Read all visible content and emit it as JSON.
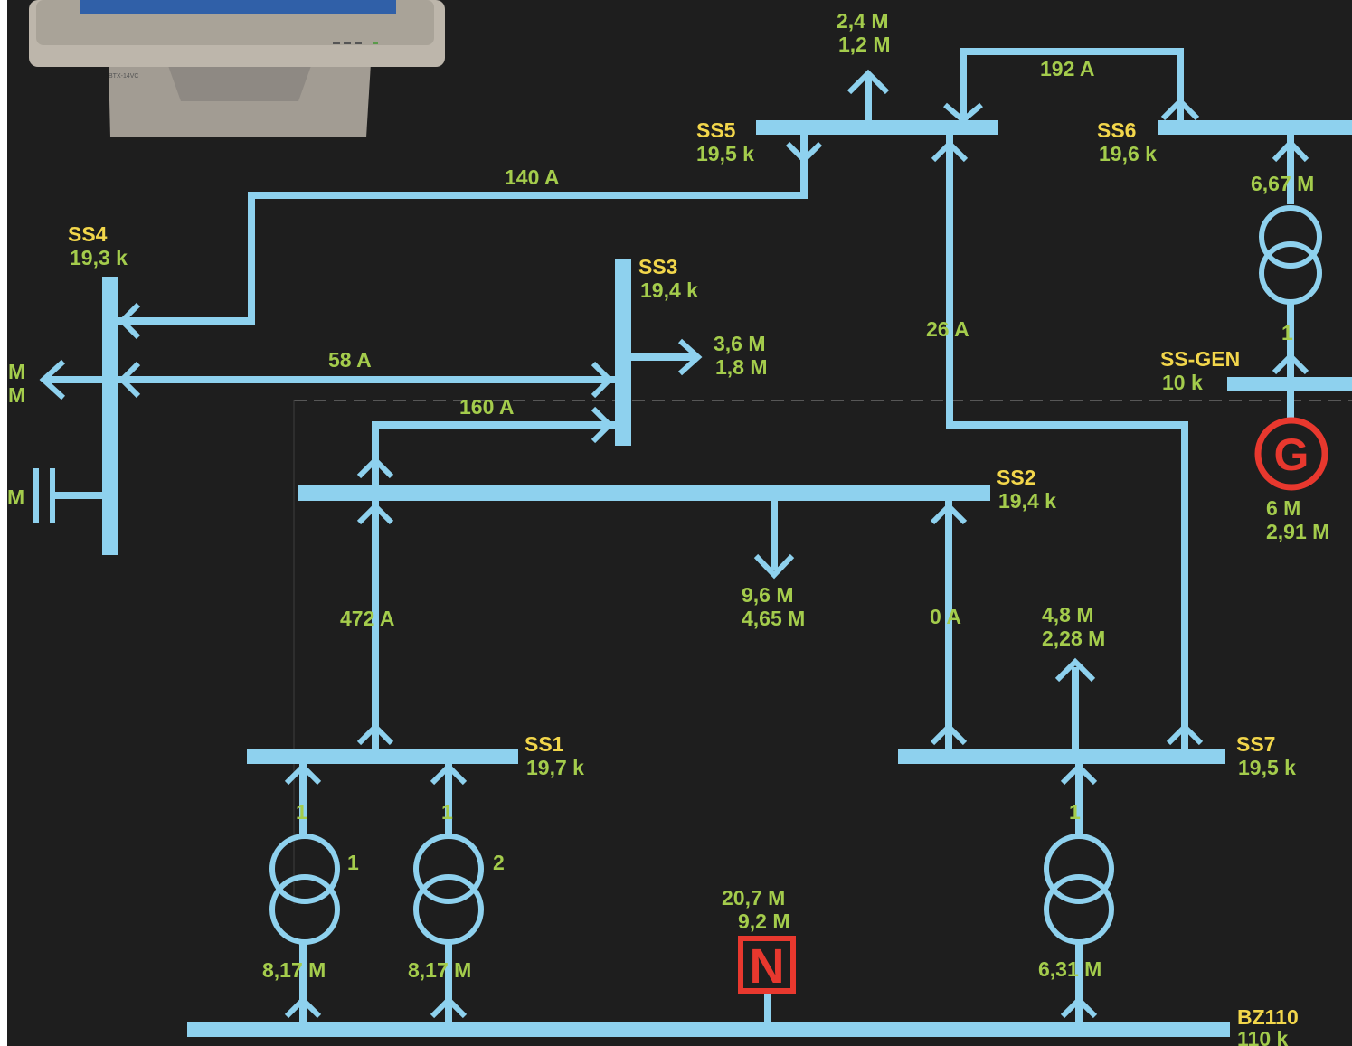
{
  "monitor": {
    "model": "BTX-14VC"
  },
  "buses": {
    "ss1": {
      "name": "SS1",
      "voltage": "19,7 k"
    },
    "ss2": {
      "name": "SS2",
      "voltage": "19,4 k"
    },
    "ss3": {
      "name": "SS3",
      "voltage": "19,4 k"
    },
    "ss4": {
      "name": "SS4",
      "voltage": "19,3 k"
    },
    "ss5": {
      "name": "SS5",
      "voltage": "19,5 k"
    },
    "ss6": {
      "name": "SS6",
      "voltage": "19,6 k"
    },
    "ss7": {
      "name": "SS7",
      "voltage": "19,5 k"
    },
    "ssgen": {
      "name": "SS-GEN",
      "voltage": "10 k"
    },
    "bz110": {
      "name": "BZ110",
      "voltage": "110 k"
    }
  },
  "currents": {
    "ss4_ss5": "140 A",
    "ss5_ss6": "192 A",
    "ss4_ss3": "58 A",
    "ss2_ss3": "160 A",
    "ss1_ss2": "472 A",
    "ss2_ss7": "0 A",
    "ss5_ss7": "26 A"
  },
  "loads": {
    "ss5": {
      "p": "2,4 M",
      "q": "1,2 M"
    },
    "ss3": {
      "p": "3,6 M",
      "q": "1,8 M"
    },
    "ss2": {
      "p": "9,6 M",
      "q": "4,65 M"
    },
    "ss7": {
      "p": "4,8 M",
      "q": "2,28 M"
    },
    "ss4_left": {
      "p": "M",
      "q": "M"
    },
    "ss4_cap": {
      "q": "M"
    }
  },
  "transformers": {
    "t1": {
      "number": "1",
      "tap": "1",
      "power": "8,17 M"
    },
    "t2": {
      "number": "2",
      "tap": "1",
      "power": "8,17 M"
    },
    "t7": {
      "tap": "1",
      "power": "6,31 M"
    },
    "tgen": {
      "tap": "1",
      "power": "6,67 M"
    }
  },
  "generator": {
    "symbol": "G",
    "p": "6 M",
    "q": "2,91 M"
  },
  "network": {
    "symbol": "N",
    "p": "20,7 M",
    "q": "9,2 M"
  },
  "colors": {
    "background": "#1e1e1e",
    "line": "#8ed1ee",
    "value": "#a4cc4c",
    "bus_name": "#f2d64b",
    "symbol": "#e8382e"
  }
}
